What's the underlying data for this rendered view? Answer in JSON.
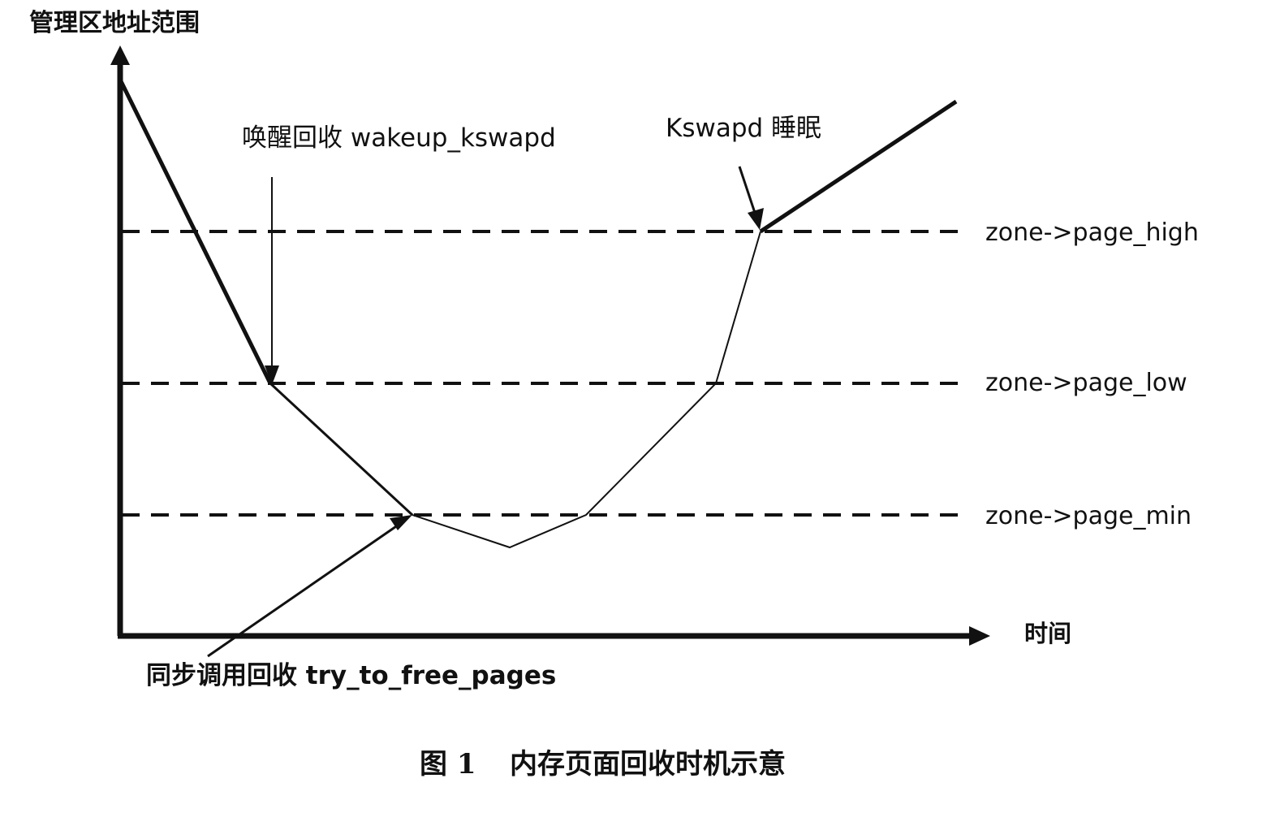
{
  "y_axis_label": "管理区地址范围",
  "x_axis_label": "时间",
  "thresholds": {
    "high": "zone->page_high",
    "low": "zone->page_low",
    "min": "zone->page_min"
  },
  "annotations": {
    "wakeup": "唤醒回收 wakeup_kswapd",
    "sleep": "Kswapd 睡眠",
    "sync": "同步调用回收 try_to_free_pages"
  },
  "caption": {
    "number": "图 1",
    "text": "内存页面回收时机示意"
  },
  "colors": {
    "ink": "#111111",
    "background": "#ffffff"
  }
}
